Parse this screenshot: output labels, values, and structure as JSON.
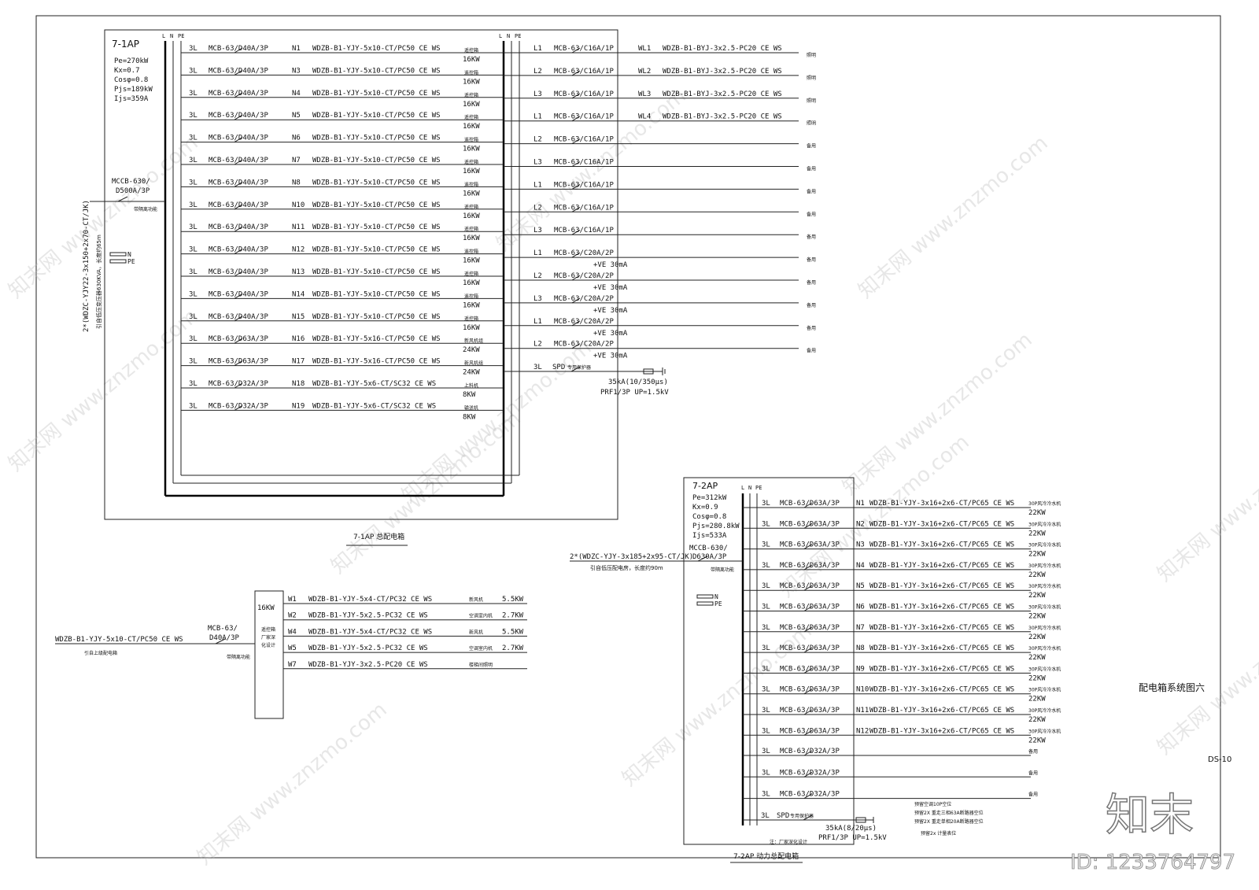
{
  "sheet": {
    "title": "配电箱系统图六",
    "code": "DS-10",
    "logo": "知末",
    "id": "ID: 1233764797"
  },
  "watermark": "知末网 www.znzmo.com",
  "box1": {
    "name": "7-1AP",
    "params": [
      "Pe=270kW",
      "Kx=0.7",
      "Cosφ=0.8",
      "Pjs=189kW",
      "Ijs=359A"
    ],
    "bus": [
      "L",
      "N",
      "PE"
    ],
    "inc_cable": "2*(WDZC-YJY22-3x150+2x70-CT/JK)",
    "inc_note": "引自低压变压器630KVA，长度约65m",
    "main_breaker": [
      "MCCB-630/",
      "D500A/3P"
    ],
    "main_note": "带隔离功能",
    "np": [
      "N",
      "PE"
    ],
    "caption": "7-1AP 总配电箱",
    "left_rows": [
      {
        "ph": "3L",
        "brk": "MCB-63/D40A/3P",
        "id": "N1",
        "cable": "WDZB-B1-YJY-5x10-CT/PC50 CE WS",
        "load": "遥控箱",
        "kw": "16KW"
      },
      {
        "ph": "3L",
        "brk": "MCB-63/D40A/3P",
        "id": "N3",
        "cable": "WDZB-B1-YJY-5x10-CT/PC50 CE WS",
        "load": "遥控箱",
        "kw": "16KW"
      },
      {
        "ph": "3L",
        "brk": "MCB-63/D40A/3P",
        "id": "N4",
        "cable": "WDZB-B1-YJY-5x10-CT/PC50 CE WS",
        "load": "遥控箱",
        "kw": "16KW"
      },
      {
        "ph": "3L",
        "brk": "MCB-63/D40A/3P",
        "id": "N5",
        "cable": "WDZB-B1-YJY-5x10-CT/PC50 CE WS",
        "load": "遥控箱",
        "kw": "16KW"
      },
      {
        "ph": "3L",
        "brk": "MCB-63/D40A/3P",
        "id": "N6",
        "cable": "WDZB-B1-YJY-5x10-CT/PC50 CE WS",
        "load": "遥控箱",
        "kw": "16KW"
      },
      {
        "ph": "3L",
        "brk": "MCB-63/D40A/3P",
        "id": "N7",
        "cable": "WDZB-B1-YJY-5x10-CT/PC50 CE WS",
        "load": "遥控箱",
        "kw": "16KW"
      },
      {
        "ph": "3L",
        "brk": "MCB-63/D40A/3P",
        "id": "N8",
        "cable": "WDZB-B1-YJY-5x10-CT/PC50 CE WS",
        "load": "遥控箱",
        "kw": "16KW"
      },
      {
        "ph": "3L",
        "brk": "MCB-63/D40A/3P",
        "id": "N10",
        "cable": "WDZB-B1-YJY-5x10-CT/PC50 CE WS",
        "load": "遥控箱",
        "kw": "16KW"
      },
      {
        "ph": "3L",
        "brk": "MCB-63/D40A/3P",
        "id": "N11",
        "cable": "WDZB-B1-YJY-5x10-CT/PC50 CE WS",
        "load": "遥控箱",
        "kw": "16KW"
      },
      {
        "ph": "3L",
        "brk": "MCB-63/D40A/3P",
        "id": "N12",
        "cable": "WDZB-B1-YJY-5x10-CT/PC50 CE WS",
        "load": "遥控箱",
        "kw": "16KW"
      },
      {
        "ph": "3L",
        "brk": "MCB-63/D40A/3P",
        "id": "N13",
        "cable": "WDZB-B1-YJY-5x10-CT/PC50 CE WS",
        "load": "遥控箱",
        "kw": "16KW"
      },
      {
        "ph": "3L",
        "brk": "MCB-63/D40A/3P",
        "id": "N14",
        "cable": "WDZB-B1-YJY-5x10-CT/PC50 CE WS",
        "load": "遥控箱",
        "kw": "16KW"
      },
      {
        "ph": "3L",
        "brk": "MCB-63/D40A/3P",
        "id": "N15",
        "cable": "WDZB-B1-YJY-5x10-CT/PC50 CE WS",
        "load": "遥控箱",
        "kw": "16KW"
      },
      {
        "ph": "3L",
        "brk": "MCB-63/D63A/3P",
        "id": "N16",
        "cable": "WDZB-B1-YJY-5x16-CT/PC50 CE WS",
        "load": "新风机组",
        "kw": "24KW"
      },
      {
        "ph": "3L",
        "brk": "MCB-63/D63A/3P",
        "id": "N17",
        "cable": "WDZB-B1-YJY-5x16-CT/PC50 CE WS",
        "load": "新风机组",
        "kw": "24KW"
      },
      {
        "ph": "3L",
        "brk": "MCB-63/D32A/3P",
        "id": "N18",
        "cable": "WDZB-B1-YJY-5x6-CT/SC32 CE WS",
        "load": "上料机",
        "kw": "8KW"
      },
      {
        "ph": "3L",
        "brk": "MCB-63/D32A/3P",
        "id": "N19",
        "cable": "WDZB-B1-YJY-5x6-CT/SC32 CE WS",
        "load": "输送机",
        "kw": "8KW"
      }
    ],
    "right_rows": [
      {
        "ph": "L1",
        "brk": "MCB-63/C16A/1P",
        "id": "WL1",
        "cable": "WDZB-B1-BYJ-3x2.5-PC20 CE WS",
        "load": "照明",
        "rcd": ""
      },
      {
        "ph": "L2",
        "brk": "MCB-63/C16A/1P",
        "id": "WL2",
        "cable": "WDZB-B1-BYJ-3x2.5-PC20 CE WS",
        "load": "照明",
        "rcd": ""
      },
      {
        "ph": "L3",
        "brk": "MCB-63/C16A/1P",
        "id": "WL3",
        "cable": "WDZB-B1-BYJ-3x2.5-PC20 CE WS",
        "load": "照明",
        "rcd": ""
      },
      {
        "ph": "L1",
        "brk": "MCB-63/C16A/1P",
        "id": "WL4",
        "cable": "WDZB-B1-BYJ-3x2.5-PC20 CE WS",
        "load": "照明",
        "rcd": ""
      },
      {
        "ph": "L2",
        "brk": "MCB-63/C16A/1P",
        "id": "",
        "cable": "",
        "load": "备用",
        "rcd": ""
      },
      {
        "ph": "L3",
        "brk": "MCB-63/C16A/1P",
        "id": "",
        "cable": "",
        "load": "备用",
        "rcd": ""
      },
      {
        "ph": "L1",
        "brk": "MCB-63/C16A/1P",
        "id": "",
        "cable": "",
        "load": "备用",
        "rcd": ""
      },
      {
        "ph": "L2",
        "brk": "MCB-63/C16A/1P",
        "id": "",
        "cable": "",
        "load": "备用",
        "rcd": ""
      },
      {
        "ph": "L3",
        "brk": "MCB-63/C16A/1P",
        "id": "",
        "cable": "",
        "load": "备用",
        "rcd": ""
      },
      {
        "ph": "L1",
        "brk": "MCB-63/C20A/2P",
        "id": "",
        "cable": "",
        "load": "备用",
        "rcd": "+VE 30mA"
      },
      {
        "ph": "L2",
        "brk": "MCB-63/C20A/2P",
        "id": "",
        "cable": "",
        "load": "备用",
        "rcd": "+VE 30mA"
      },
      {
        "ph": "L3",
        "brk": "MCB-63/C20A/2P",
        "id": "",
        "cable": "",
        "load": "备用",
        "rcd": "+VE 30mA"
      },
      {
        "ph": "L1",
        "brk": "MCB-63/C20A/2P",
        "id": "",
        "cable": "",
        "load": "备用",
        "rcd": "+VE 30mA"
      },
      {
        "ph": "L2",
        "brk": "MCB-63/C20A/2P",
        "id": "",
        "cable": "",
        "load": "备用",
        "rcd": "+VE 30mA"
      }
    ],
    "spd": {
      "ph": "3L",
      "label": "SPD",
      "note": "专用保护器",
      "spec1": "35kA(10/350μs)",
      "spec2": "PRF1/3P UP=1.5kV"
    }
  },
  "box3": {
    "kw": "16KW",
    "desc": [
      "遥控箱",
      "厂家深",
      "化设计"
    ],
    "inc_cable": "WDZB-B1-YJY-5x10-CT/PC50 CE WS",
    "inc_note": "引自上级配电箱",
    "breaker": [
      "MCB-63/",
      "D40A/3P"
    ],
    "br_note": "带隔离功能",
    "rows": [
      {
        "id": "W1",
        "cable": "WDZB-B1-YJY-5x4-CT/PC32 CE WS",
        "load": "新风机",
        "kw": "5.5KW"
      },
      {
        "id": "W2",
        "cable": "WDZB-B1-YJY-5x2.5-PC32 CE WS",
        "load": "空调室内机",
        "kw": "2.7KW"
      },
      {
        "id": "W4",
        "cable": "WDZB-B1-YJY-5x4-CT/PC32 CE WS",
        "load": "新风机",
        "kw": "5.5KW"
      },
      {
        "id": "W5",
        "cable": "WDZB-B1-YJY-5x2.5-PC32 CE WS",
        "load": "空调室内机",
        "kw": "2.7KW"
      },
      {
        "id": "W7",
        "cable": "WDZB-B1-YJY-3x2.5-PC20 CE WS",
        "load": "楼梯间照明",
        "kw": ""
      }
    ]
  },
  "box2": {
    "name": "7-2AP",
    "params": [
      "Pe=312kW",
      "Kx=0.9",
      "Cosφ=0.8",
      "Pjs=280.8kW",
      "Ijs=533A"
    ],
    "bus": [
      "L",
      "N",
      "PE"
    ],
    "inc_cable": "2*(WDZC-YJY-3x185+2x95-CT/JK)",
    "inc_note": "引自低压配电房，长度约90m",
    "main_breaker": [
      "MCCB-630/",
      "D630A/3P"
    ],
    "main_note": "带隔离功能",
    "np": [
      "N",
      "PE"
    ],
    "caption": "7-2AP 动力总配电箱",
    "rows": [
      {
        "ph": "3L",
        "brk": "MCB-63/D63A/3P",
        "id": "N1",
        "cable": "WDZB-B1-YJY-3x16+2x6-CT/PC65 CE WS",
        "load": "30P风冷冷水机",
        "kw": "22KW"
      },
      {
        "ph": "3L",
        "brk": "MCB-63/D63A/3P",
        "id": "N2",
        "cable": "WDZB-B1-YJY-3x16+2x6-CT/PC65 CE WS",
        "load": "30P风冷冷水机",
        "kw": "22KW"
      },
      {
        "ph": "3L",
        "brk": "MCB-63/D63A/3P",
        "id": "N3",
        "cable": "WDZB-B1-YJY-3x16+2x6-CT/PC65 CE WS",
        "load": "30P风冷冷水机",
        "kw": "22KW"
      },
      {
        "ph": "3L",
        "brk": "MCB-63/D63A/3P",
        "id": "N4",
        "cable": "WDZB-B1-YJY-3x16+2x6-CT/PC65 CE WS",
        "load": "30P风冷冷水机",
        "kw": "22KW"
      },
      {
        "ph": "3L",
        "brk": "MCB-63/D63A/3P",
        "id": "N5",
        "cable": "WDZB-B1-YJY-3x16+2x6-CT/PC65 CE WS",
        "load": "30P风冷冷水机",
        "kw": "22KW"
      },
      {
        "ph": "3L",
        "brk": "MCB-63/D63A/3P",
        "id": "N6",
        "cable": "WDZB-B1-YJY-3x16+2x6-CT/PC65 CE WS",
        "load": "30P风冷冷水机",
        "kw": "22KW"
      },
      {
        "ph": "3L",
        "brk": "MCB-63/D63A/3P",
        "id": "N7",
        "cable": "WDZB-B1-YJY-3x16+2x6-CT/PC65 CE WS",
        "load": "30P风冷冷水机",
        "kw": "22KW"
      },
      {
        "ph": "3L",
        "brk": "MCB-63/D63A/3P",
        "id": "N8",
        "cable": "WDZB-B1-YJY-3x16+2x6-CT/PC65 CE WS",
        "load": "30P风冷冷水机",
        "kw": "22KW"
      },
      {
        "ph": "3L",
        "brk": "MCB-63/D63A/3P",
        "id": "N9",
        "cable": "WDZB-B1-YJY-3x16+2x6-CT/PC65 CE WS",
        "load": "30P风冷冷水机",
        "kw": "22KW"
      },
      {
        "ph": "3L",
        "brk": "MCB-63/D63A/3P",
        "id": "N10",
        "cable": "WDZB-B1-YJY-3x16+2x6-CT/PC65 CE WS",
        "load": "30P风冷冷水机",
        "kw": "22KW"
      },
      {
        "ph": "3L",
        "brk": "MCB-63/D63A/3P",
        "id": "N11",
        "cable": "WDZB-B1-YJY-3x16+2x6-CT/PC65 CE WS",
        "load": "30P风冷冷水机",
        "kw": "22KW"
      },
      {
        "ph": "3L",
        "brk": "MCB-63/D63A/3P",
        "id": "N12",
        "cable": "WDZB-B1-YJY-3x16+2x6-CT/PC65 CE WS",
        "load": "30P风冷冷水机",
        "kw": "22KW"
      },
      {
        "ph": "3L",
        "brk": "MCB-63/D32A/3P",
        "id": "",
        "cable": "",
        "load": "备用",
        "kw": ""
      },
      {
        "ph": "3L",
        "brk": "MCB-63/D32A/3P",
        "id": "",
        "cable": "",
        "load": "备用",
        "kw": ""
      },
      {
        "ph": "3L",
        "brk": "MCB-63/D32A/3P",
        "id": "",
        "cable": "",
        "load": "备用",
        "kw": ""
      }
    ],
    "spd": {
      "ph": "3L",
      "label": "SPD",
      "note": "专用保护器",
      "spec1": "35kA(8/20μs)",
      "spec2": "PRF1/3P UP=1.5kV",
      "vendor": "注：厂家深化设计"
    },
    "notes": [
      "预留空调10P空位",
      "预留2X 重走三相63A断路器空位",
      "预留2X 重走单相20A断路器空位",
      "预留2x 计量表位"
    ]
  }
}
